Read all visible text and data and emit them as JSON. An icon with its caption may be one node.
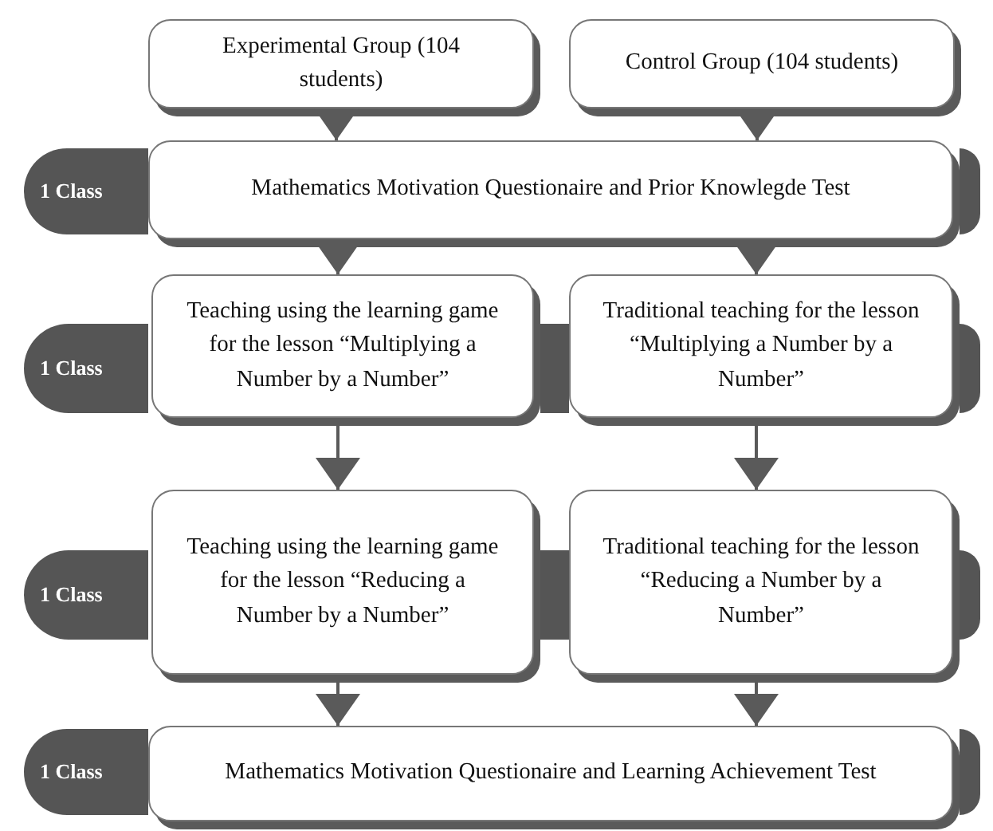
{
  "diagram": {
    "nodes": [
      {
        "text": [
          "Experimental Group (104 students)"
        ]
      },
      {
        "text": [
          "Control Group (104 students)"
        ]
      },
      {
        "text": [
          "1 Class"
        ]
      },
      {
        "text": [
          "Mathematics Motivation Questionaire and Prior Knowlegde Test"
        ]
      },
      {
        "text": [
          "1 Class"
        ]
      },
      {
        "text": [
          "Teaching using the learning game for the lesson “Multiplying a Number by a Number”"
        ]
      },
      {
        "text": [
          "Traditional teaching for the lesson “Multiplying a Number by a Number”"
        ]
      },
      {
        "text": [
          "1 Class"
        ]
      },
      {
        "text": [
          "Teaching using the learning game for the lesson “Reducing a Number by a Number”"
        ]
      },
      {
        "text": [
          "Traditional teaching for the lesson “Reducing a Number by a Number”"
        ]
      },
      {
        "text": [
          "1 Class"
        ]
      },
      {
        "text": [
          "Mathematics Motivation Questionaire and Learning Achievement Test"
        ]
      }
    ],
    "edges": [
      {
        "from": 0,
        "to": 3,
        "arrow": "to"
      },
      {
        "from": 1,
        "to": 3,
        "arrow": "to"
      },
      {
        "from": 3,
        "to": 5,
        "arrow": "to"
      },
      {
        "from": 3,
        "to": 6,
        "arrow": "to"
      },
      {
        "from": 5,
        "to": 8,
        "arrow": "to"
      },
      {
        "from": 6,
        "to": 9,
        "arrow": "to"
      },
      {
        "from": 8,
        "to": 11,
        "arrow": "to"
      },
      {
        "from": 9,
        "to": 11,
        "arrow": "to"
      }
    ]
  }
}
